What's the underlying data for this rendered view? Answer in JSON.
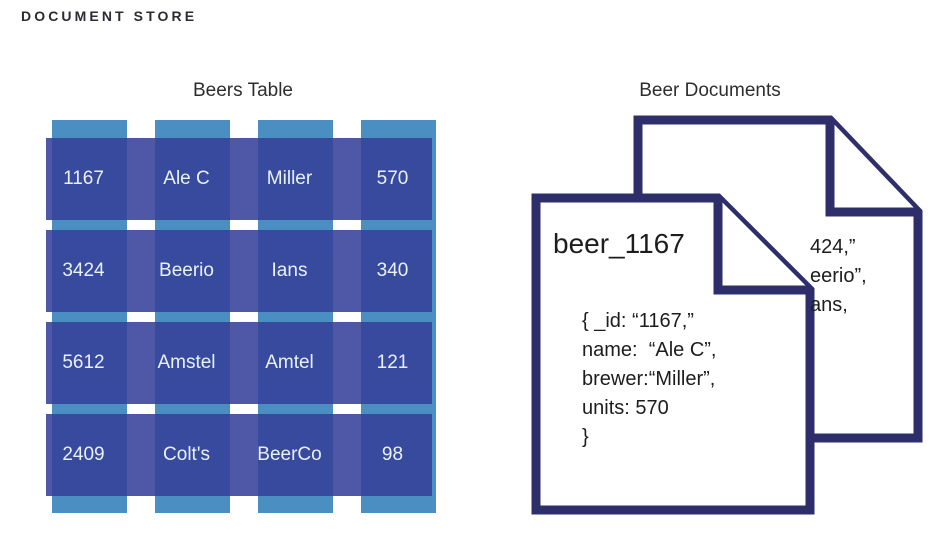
{
  "section": {
    "title": "DOCUMENT STORE"
  },
  "colors": {
    "column_blue": "#4a8ec2",
    "row_blue": "#36419a",
    "overlap_purple": "#555ba5",
    "doc_outline_navy": "#2e2e6b",
    "heading_dark": "#2b2b33",
    "cell_text": "#ffffff",
    "page_background": "#ffffff"
  },
  "table_panel": {
    "title": "Beers Table",
    "columns": 4,
    "rows": [
      {
        "id": "1167",
        "name": "Ale C",
        "brewer": "Miller",
        "units": "570"
      },
      {
        "id": "3424",
        "name": "Beerio",
        "brewer": "Ians",
        "units": "340"
      },
      {
        "id": "5612",
        "name": "Amstel",
        "brewer": "Amtel",
        "units": "121"
      },
      {
        "id": "2409",
        "name": "Colt's",
        "brewer": "BeerCo",
        "units": "98"
      }
    ],
    "cells": [
      [
        "1167",
        "Ale C",
        "Miller",
        "570"
      ],
      [
        "3424",
        "Beerio",
        "Ians",
        "340"
      ],
      [
        "5612",
        "Amstel",
        "Amtel",
        "121"
      ],
      [
        "2409",
        "Colt's",
        "BeerCo",
        "98"
      ]
    ]
  },
  "documents_panel": {
    "title": "Beer Documents",
    "front_document": {
      "label": "beer_1167",
      "body": "{ _id: “1167,”\nname:  “Ale C”,\nbrewer:“Miller”,\nunits: 570\n}"
    },
    "back_document": {
      "visible_body": "424,”\neerio”,\nans,"
    }
  }
}
